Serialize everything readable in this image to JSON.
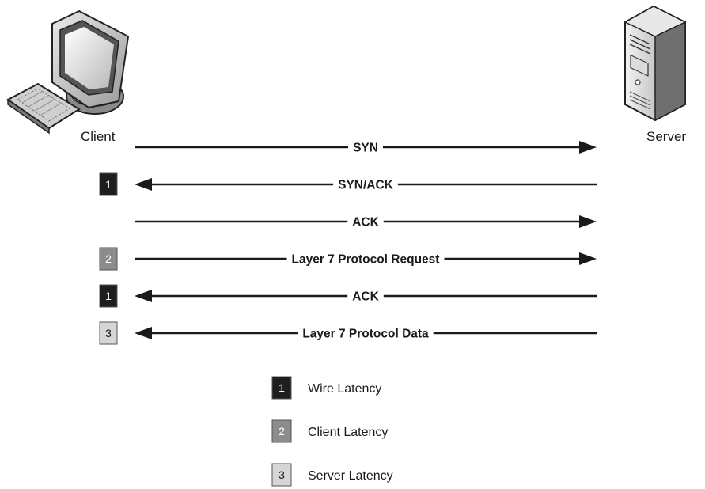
{
  "nodes": {
    "client": {
      "label": "Client",
      "icon": "desktop-computer-icon"
    },
    "server": {
      "label": "Server",
      "icon": "server-tower-icon"
    }
  },
  "messages": [
    {
      "label": "SYN",
      "direction": "to-server",
      "badge": ""
    },
    {
      "label": "SYN/ACK",
      "direction": "to-client",
      "badge": "1"
    },
    {
      "label": "ACK",
      "direction": "to-server",
      "badge": ""
    },
    {
      "label": "Layer 7 Protocol Request",
      "direction": "to-server",
      "badge": "2"
    },
    {
      "label": "ACK",
      "direction": "to-client",
      "badge": "1"
    },
    {
      "label": "Layer 7 Protocol Data",
      "direction": "to-client",
      "badge": "3"
    }
  ],
  "legend": [
    {
      "number": "1",
      "label": "Wire Latency",
      "color": "#1e1e1e",
      "text_color": "#ffffff"
    },
    {
      "number": "2",
      "label": "Client Latency",
      "color": "#8c8c8c",
      "text_color": "#ffffff"
    },
    {
      "number": "3",
      "label": "Server Latency",
      "color": "#d6d6d6",
      "text_color": "#1a1a1a"
    }
  ]
}
